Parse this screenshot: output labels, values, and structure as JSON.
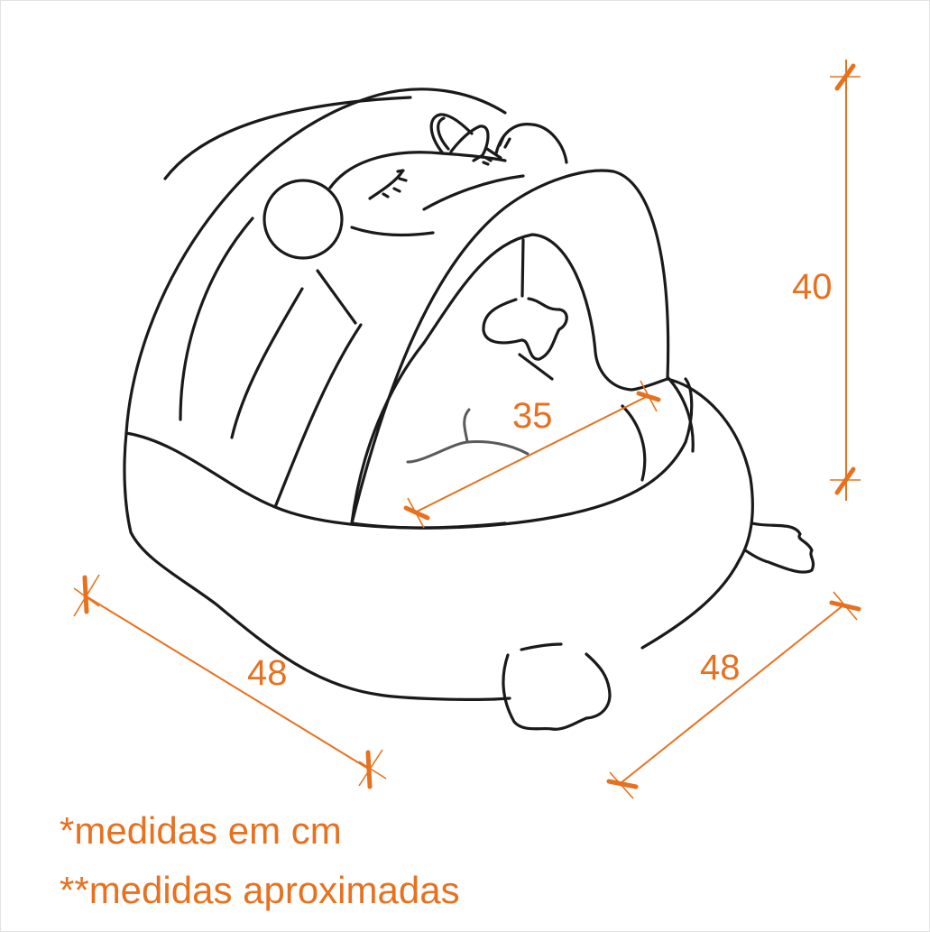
{
  "diagram": {
    "subject": "pet bed with canopy (drawing)",
    "colors": {
      "line": "#1a1a1a",
      "dimension": "#e8711f",
      "background": "#ffffff"
    },
    "dimensions": {
      "height": {
        "value": "40",
        "orientation": "vertical"
      },
      "depth_inner": {
        "value": "35",
        "orientation": "diagonal"
      },
      "width_left": {
        "value": "48",
        "orientation": "diagonal"
      },
      "width_right": {
        "value": "48",
        "orientation": "diagonal"
      }
    },
    "notes": [
      "*medidas em cm",
      "**medidas aproximadas"
    ]
  }
}
